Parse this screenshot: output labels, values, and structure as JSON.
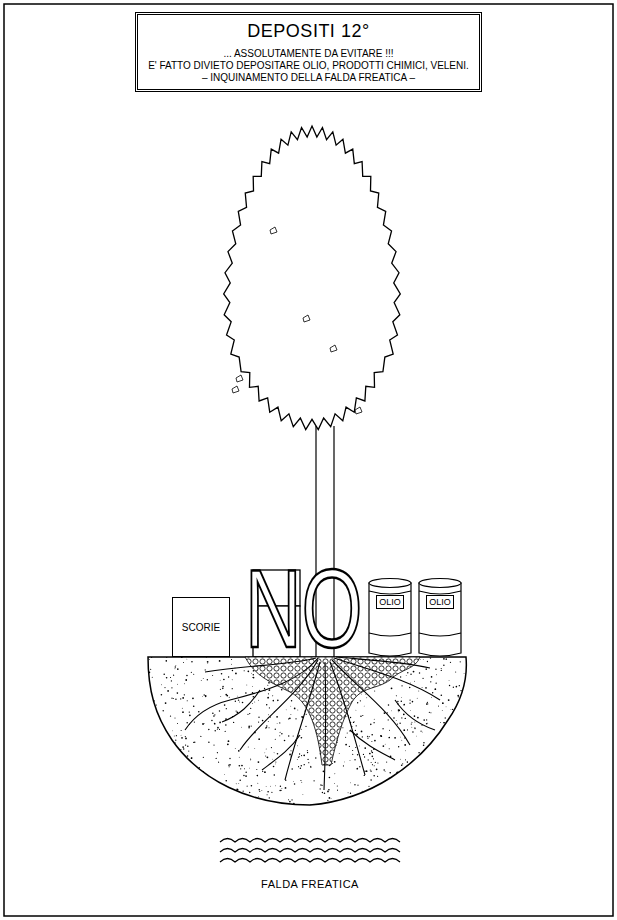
{
  "diagram": {
    "nodes": [
      {
        "text": [
          "DEPOSITI 12°",
          "... ASSOLUTAMENTE DA EVITARE !!!",
          "E' FATTO DIVIETO DEPOSITARE OLIO, PRODOTTI CHIMICI, VELENI.",
          "– INQUINAMENTO DELLA FALDA FREATICA –"
        ]
      },
      {
        "text": [
          "SCORIE"
        ]
      },
      {
        "text": [
          "OLIO"
        ]
      },
      {
        "text": [
          "OLIO"
        ]
      }
    ],
    "labels": [
      "NO",
      "FALDA FREATICA"
    ]
  }
}
